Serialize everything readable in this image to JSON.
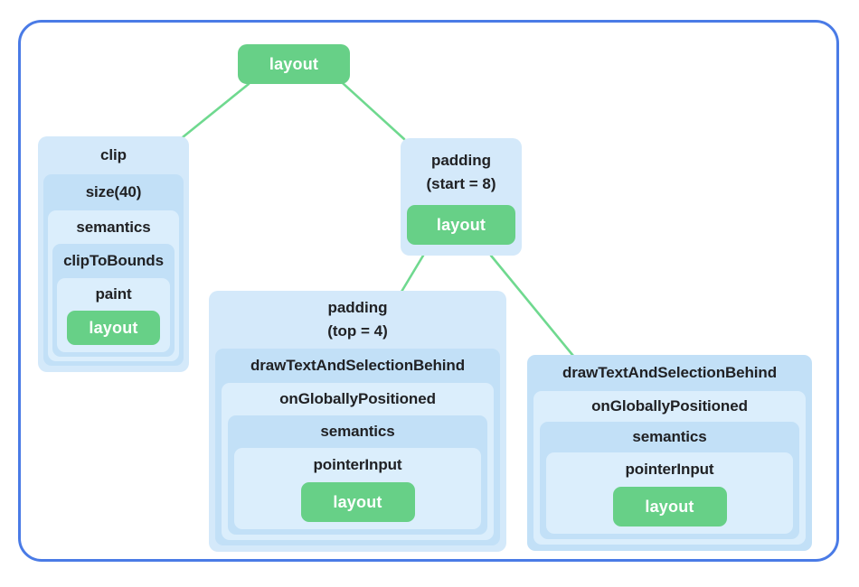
{
  "colors": {
    "canvas_border": "#4a7be6",
    "box_outer_blue": "#d4e9fa",
    "box_medium_blue": "#c2e0f7",
    "box_light_blue": "#dbeefc",
    "leaf_green": "#67d087",
    "edge_green": "#6fd98f",
    "label_text": "#202124",
    "leaf_text": "#ffffff"
  },
  "tree": {
    "root": {
      "label": "layout"
    },
    "clip": {
      "title": "clip",
      "levels": [
        "size(40)",
        "semantics",
        "clipToBounds",
        "paint"
      ],
      "leaf_label": "layout"
    },
    "padding_start": {
      "title_line1": "padding",
      "title_line2": "(start = 8)",
      "leaf_label": "layout"
    },
    "padding_top": {
      "title_line1": "padding",
      "title_line2": "(top = 4)",
      "levels": [
        "drawTextAndSelectionBehind",
        "onGloballyPositioned",
        "semantics",
        "pointerInput"
      ],
      "leaf_label": "layout"
    },
    "draw_text_right": {
      "title": "drawTextAndSelectionBehind",
      "levels": [
        "onGloballyPositioned",
        "semantics",
        "pointerInput"
      ],
      "leaf_label": "layout"
    }
  }
}
